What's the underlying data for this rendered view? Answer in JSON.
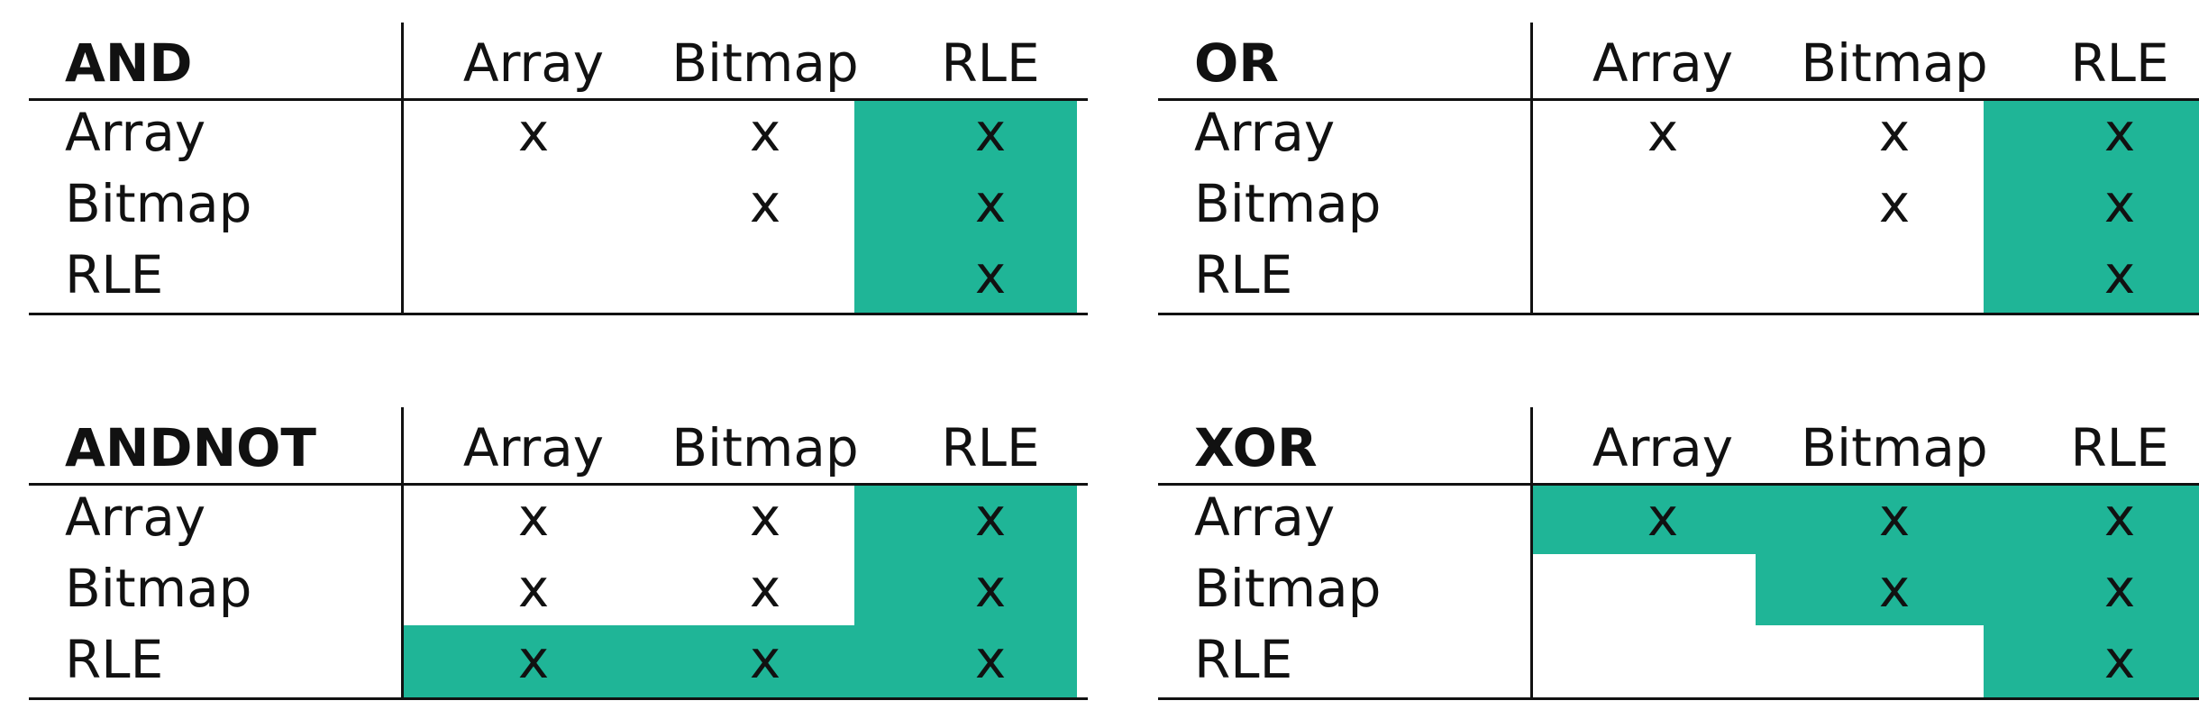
{
  "highlight_color": "#1fb597",
  "columns": [
    "Array",
    "Bitmap",
    "RLE"
  ],
  "rows": [
    "Array",
    "Bitmap",
    "RLE"
  ],
  "tables": [
    {
      "operation": "AND",
      "cells": [
        [
          "x",
          "x",
          "x"
        ],
        [
          "",
          "x",
          "x"
        ],
        [
          "",
          "",
          "x"
        ]
      ],
      "highlighted": [
        [
          false,
          false,
          true
        ],
        [
          false,
          false,
          true
        ],
        [
          false,
          false,
          true
        ]
      ]
    },
    {
      "operation": "OR",
      "cells": [
        [
          "x",
          "x",
          "x"
        ],
        [
          "",
          "x",
          "x"
        ],
        [
          "",
          "",
          "x"
        ]
      ],
      "highlighted": [
        [
          false,
          false,
          true
        ],
        [
          false,
          false,
          true
        ],
        [
          false,
          false,
          true
        ]
      ]
    },
    {
      "operation": "ANDNOT",
      "cells": [
        [
          "x",
          "x",
          "x"
        ],
        [
          "x",
          "x",
          "x"
        ],
        [
          "x",
          "x",
          "x"
        ]
      ],
      "highlighted": [
        [
          false,
          false,
          true
        ],
        [
          false,
          false,
          true
        ],
        [
          true,
          true,
          true
        ]
      ]
    },
    {
      "operation": "XOR",
      "cells": [
        [
          "x",
          "x",
          "x"
        ],
        [
          "",
          "x",
          "x"
        ],
        [
          "",
          "",
          "x"
        ]
      ],
      "highlighted": [
        [
          true,
          true,
          true
        ],
        [
          false,
          true,
          true
        ],
        [
          false,
          false,
          true
        ]
      ]
    }
  ]
}
